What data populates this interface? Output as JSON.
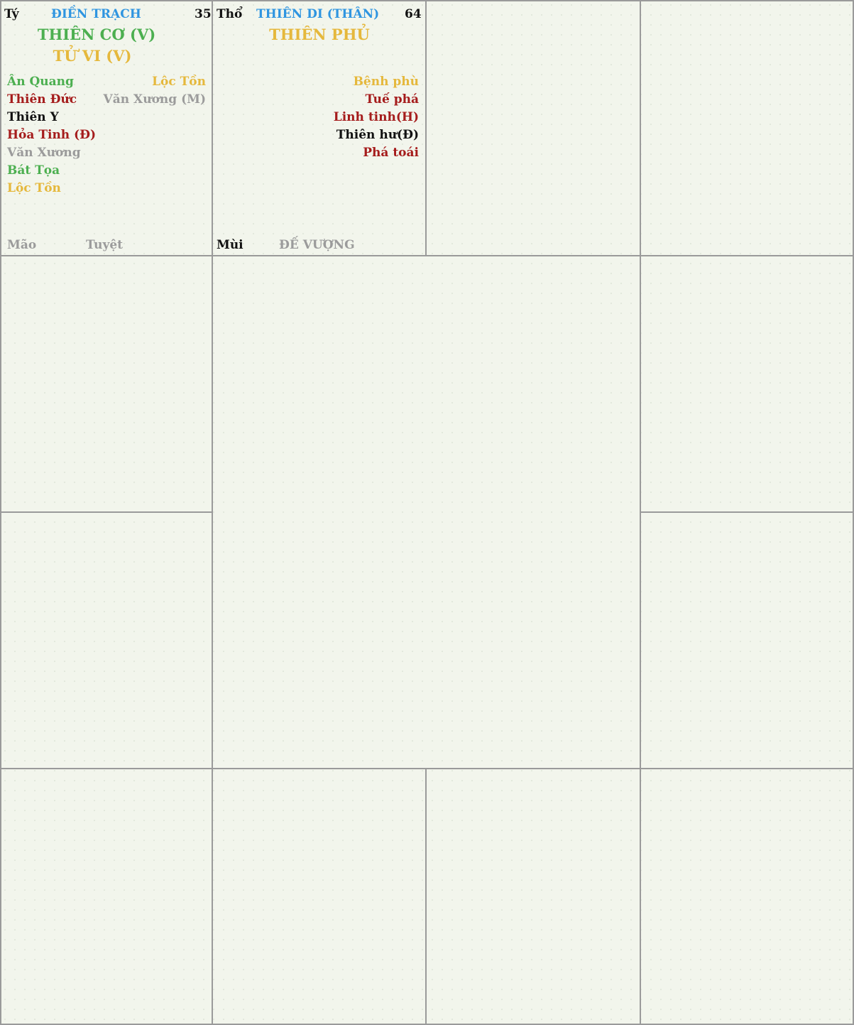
{
  "palaces": {
    "ty": {
      "branch": "Tý",
      "name": "ĐIỀN TRẠCH",
      "age": "35",
      "main_stars": [
        "THIÊN CƠ (V)",
        "TỬ VI (V)"
      ],
      "left_stars": [
        "Ân Quang",
        "Thiên Đức",
        "Thiên Y",
        "Hỏa Tinh (Đ)",
        "Văn Xương",
        "Bát Tọa",
        "Lộc Tồn"
      ],
      "right_stars": [
        "Lộc Tồn",
        "Văn Xương (M)"
      ],
      "footer_branch": "Mão",
      "footer_state": "Tuyệt"
    },
    "tho": {
      "branch": "Thổ",
      "name": "THIÊN DI (THÂN)",
      "age": "64",
      "main_stars": [
        "THIÊN PHỦ"
      ],
      "right_stars": [
        "Bệnh phù",
        "Tuế phá",
        "Linh tinh(H)",
        "Thiên hư(Đ)",
        "Phá toái"
      ],
      "footer_branch": "Mùi",
      "footer_state": "ĐẾ VƯỢNG"
    }
  },
  "colors": {
    "black": "#111111",
    "blue": "#2f95e0",
    "green": "#4caf50",
    "yellow": "#e5b83c",
    "red": "#a51c1c",
    "gray": "#9b9b9b",
    "border": "#9a9a9a",
    "background": "#f2f5ec"
  }
}
